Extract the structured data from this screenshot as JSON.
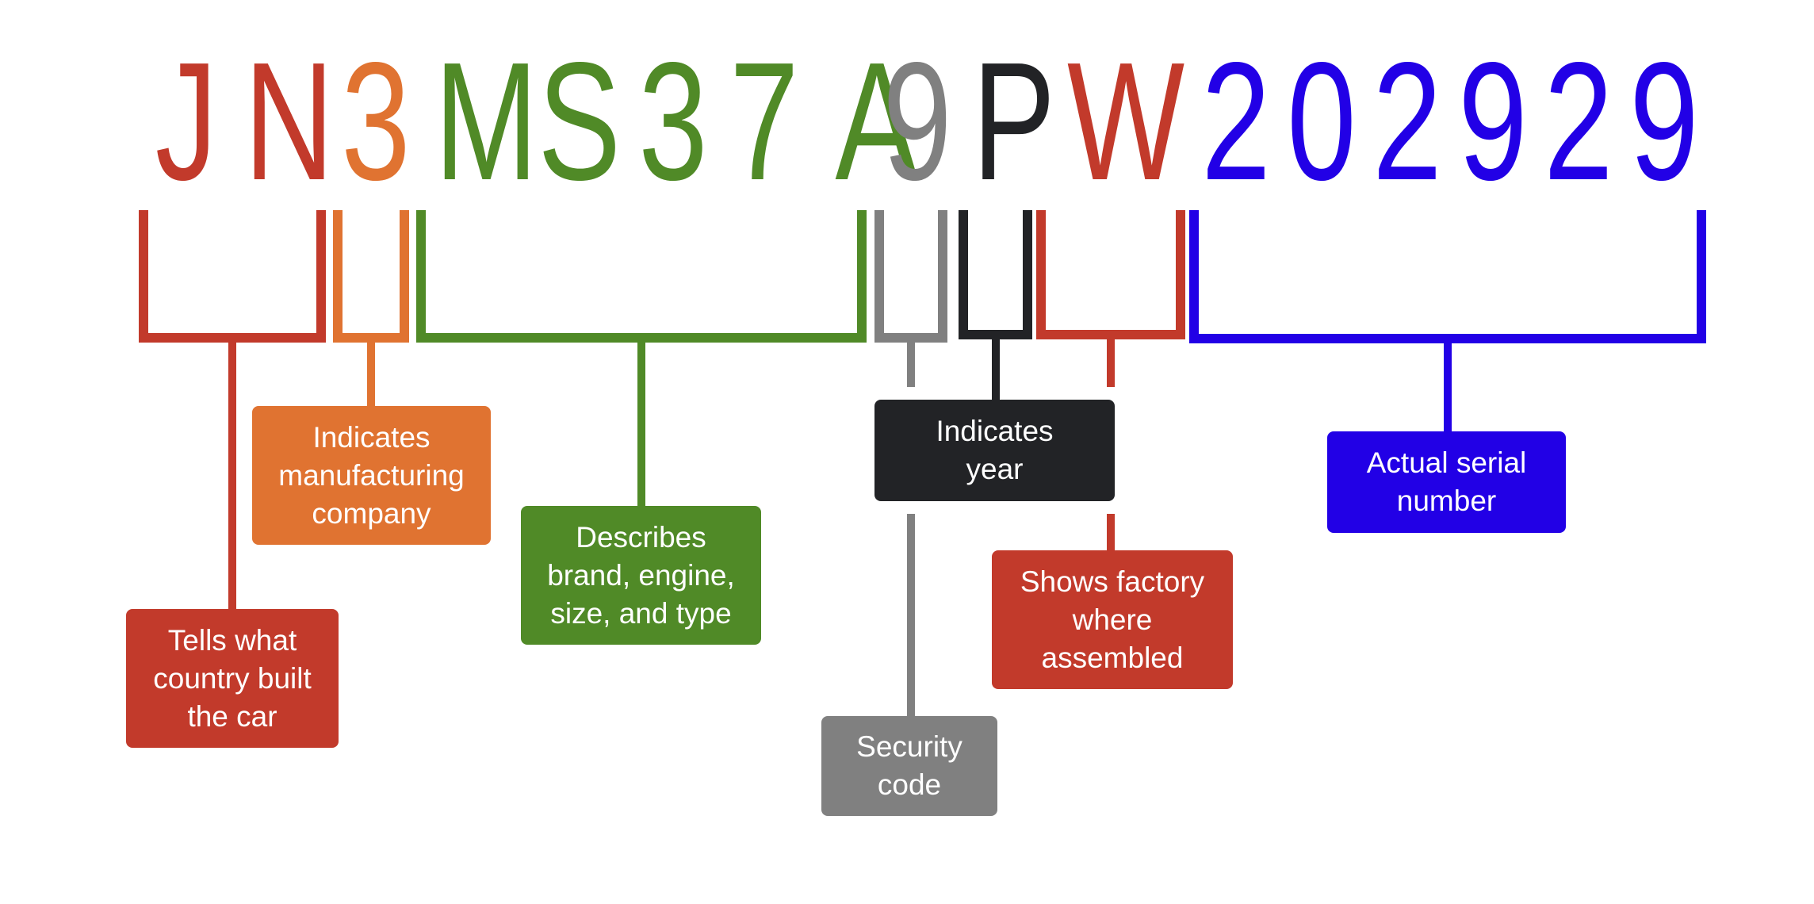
{
  "title": "VIN breakdown",
  "vin": "JN3MS37A9PW202929",
  "colors": {
    "red": "#C23A2B",
    "orange": "#E07331",
    "green": "#508A27",
    "gray": "#808080",
    "black": "#222326",
    "blue": "#2200E6"
  },
  "segments": [
    {
      "chars": "JN",
      "color": "red",
      "label": "Tells what country built the car"
    },
    {
      "chars": "3",
      "color": "orange",
      "label": "Indicates manufacturing company"
    },
    {
      "chars": "MS37A",
      "color": "green",
      "label": "Describes brand, engine, size, and type"
    },
    {
      "chars": "9",
      "color": "gray",
      "label": "Security code"
    },
    {
      "chars": "P",
      "color": "black",
      "label": "Indicates year"
    },
    {
      "chars": "W",
      "color": "red",
      "label": "Shows factory where assembled"
    },
    {
      "chars": "202929",
      "color": "blue",
      "label": "Actual serial number"
    }
  ],
  "labels": {
    "country": [
      "Tells what",
      "country built",
      "the car"
    ],
    "manufacturer": [
      "Indicates",
      "manufacturing",
      "company"
    ],
    "descriptor": [
      "Describes",
      "brand, engine,",
      "size, and type"
    ],
    "security": [
      "Security",
      "code"
    ],
    "year": [
      "Indicates",
      "year"
    ],
    "factory": [
      "Shows factory",
      "where",
      "assembled"
    ],
    "serial": [
      "Actual serial",
      "number"
    ]
  }
}
